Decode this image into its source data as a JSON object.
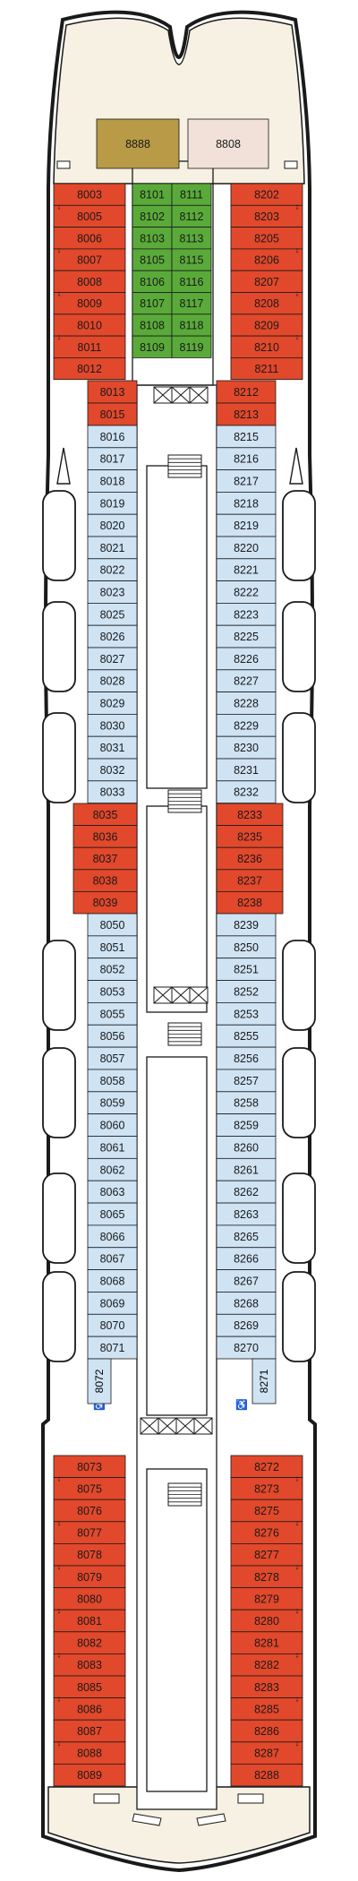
{
  "deck": {
    "colors": {
      "outline": "#1a1a1a",
      "deck_fill": "#ffffff",
      "bow_fill": "#f6f1e2",
      "blue": "#cfe3f3",
      "red": "#e2482b",
      "green": "#5aaa3a",
      "olive": "#b89a47",
      "pink": "#f1e1d8"
    },
    "special": [
      {
        "id": "8888",
        "color": "olive"
      },
      {
        "id": "8808",
        "color": "pink"
      }
    ],
    "bow_left": [
      "8003",
      "8005",
      "8006",
      "8007",
      "8008",
      "8009",
      "8010",
      "8011",
      "8012"
    ],
    "bow_right": [
      "8202",
      "8203",
      "8205",
      "8206",
      "8207",
      "8208",
      "8209",
      "8210",
      "8211"
    ],
    "green_left": [
      "8101",
      "8102",
      "8103",
      "8105",
      "8106",
      "8107",
      "8108",
      "8109"
    ],
    "green_right": [
      "8111",
      "8112",
      "8113",
      "8115",
      "8116",
      "8117",
      "8118",
      "8119"
    ],
    "small_red_left": [
      "8013",
      "8015"
    ],
    "small_red_right": [
      "8212",
      "8213"
    ],
    "blue_left_1": [
      "8016",
      "8017",
      "8018",
      "8019",
      "8020",
      "8021",
      "8022",
      "8023",
      "8025",
      "8026",
      "8027",
      "8028",
      "8029",
      "8030",
      "8031",
      "8032",
      "8033"
    ],
    "blue_right_1": [
      "8215",
      "8216",
      "8217",
      "8218",
      "8219",
      "8220",
      "8221",
      "8222",
      "8223",
      "8225",
      "8226",
      "8227",
      "8228",
      "8229",
      "8230",
      "8231",
      "8232"
    ],
    "red_left_mid": [
      "8035",
      "8036",
      "8037",
      "8038",
      "8039"
    ],
    "red_right_mid": [
      "8233",
      "8235",
      "8236",
      "8237",
      "8238"
    ],
    "blue_left_2": [
      "8050",
      "8051",
      "8052",
      "8053",
      "8055",
      "8056",
      "8057",
      "8058",
      "8059",
      "8060",
      "8061",
      "8062",
      "8063",
      "8065",
      "8066",
      "8067",
      "8068",
      "8069",
      "8070",
      "8071"
    ],
    "blue_right_2": [
      "8239",
      "8250",
      "8251",
      "8252",
      "8253",
      "8255",
      "8256",
      "8257",
      "8258",
      "8259",
      "8260",
      "8261",
      "8262",
      "8263",
      "8265",
      "8266",
      "8267",
      "8268",
      "8269",
      "8270"
    ],
    "accessible_left": "8072",
    "accessible_right": "8271",
    "stern_left": [
      "8073",
      "8075",
      "8076",
      "8077",
      "8078",
      "8079",
      "8080",
      "8081",
      "8082",
      "8083",
      "8085",
      "8086",
      "8087",
      "8088",
      "8089"
    ],
    "stern_right": [
      "8272",
      "8273",
      "8275",
      "8276",
      "8277",
      "8278",
      "8279",
      "8280",
      "8281",
      "8282",
      "8283",
      "8285",
      "8286",
      "8287",
      "8288"
    ]
  }
}
